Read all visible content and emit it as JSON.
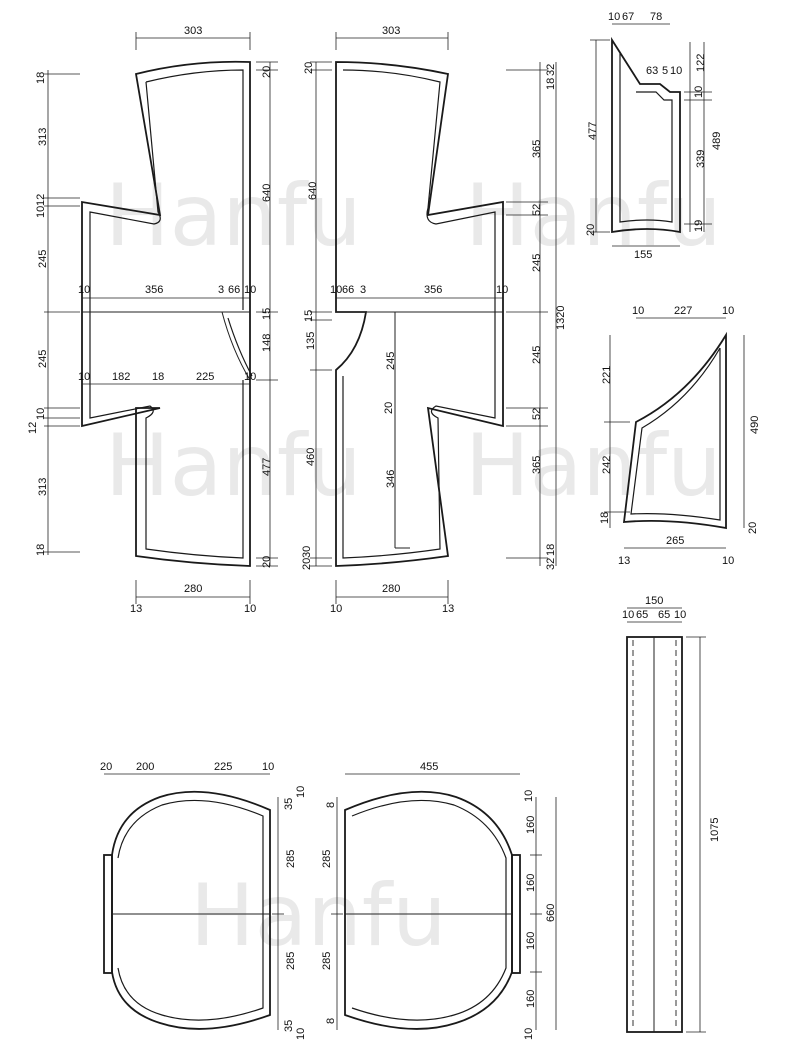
{
  "watermarks": [
    "Hanfu",
    "Hanfu",
    "Hanfu",
    "Hanfu",
    "Hanfu"
  ],
  "left_bodice": {
    "top_width": "303",
    "top_seam": "20",
    "top_margin": "18",
    "upper_sleeve": "313",
    "sleeve_cuff_top": "12",
    "sleeve_cuff_width": "10",
    "upper_body": "245",
    "shoulder_line": "640",
    "row1": {
      "a": "10",
      "b": "356",
      "c": "3",
      "d": "66",
      "e": "10"
    },
    "right_gap": "15",
    "neck_curve": "148",
    "lower_body": "245",
    "row2": {
      "a": "10",
      "b": "182",
      "c": "18",
      "d": "225",
      "e": "10"
    },
    "lower_cuff_a": "12",
    "lower_cuff_b": "10",
    "lower_sleeve": "313",
    "lower_length": "477",
    "bottom_margin": "18",
    "bottom_seam": "20",
    "bottom_width": "280",
    "bottom_left": "13",
    "bottom_right": "10"
  },
  "right_bodice": {
    "top_width": "303",
    "top_seam": "20",
    "top_margin": "32",
    "top_margin_b": "18",
    "shoulder_line": "640",
    "upper_sleeve": "365",
    "sleeve_cuff": "52",
    "upper_body": "245",
    "total_length": "1320",
    "row1": {
      "a": "10",
      "b": "66",
      "c": "3",
      "d": "356",
      "e": "10"
    },
    "left_gap": "15",
    "neck_depth": "135",
    "front_opening": "245",
    "lower_body": "245",
    "lower_cuff": "52",
    "mid_gap": "20",
    "lower_length": "460",
    "front_lower": "346",
    "lower_sleeve": "365",
    "bottom_left_a": "20",
    "bottom_left_b": "30",
    "bottom_margin_a": "32",
    "bottom_margin_b": "18",
    "bottom_width": "280",
    "bottom_left": "10",
    "bottom_right": "13"
  },
  "collar_piece": {
    "top_a": "10",
    "top_b": "67",
    "top_c": "78",
    "notch_a": "63",
    "notch_b": "5",
    "notch_c": "10",
    "left_height": "477",
    "left_bottom": "20",
    "right_top": "122",
    "right_notch": "10",
    "right_mid": "339",
    "right_bottom": "19",
    "right_total": "489",
    "bottom_width": "155"
  },
  "gusset_piece": {
    "top_a": "10",
    "top_b": "227",
    "top_c": "10",
    "left_upper": "221",
    "left_lower": "242",
    "left_bottom": "18",
    "right_height": "490",
    "right_bottom": "20",
    "bottom_width": "265",
    "bottom_left": "13",
    "bottom_right": "10"
  },
  "band_piece": {
    "total_width": "150",
    "parts": [
      "10",
      "65",
      "65",
      "10"
    ],
    "length": "1075"
  },
  "skirt_left": {
    "top_a": "20",
    "top_b": "200",
    "top_c": "225",
    "top_d": "10",
    "right_top_a": "35",
    "right_top_b": "10",
    "upper": "285",
    "lower": "285",
    "right_bottom_a": "35",
    "right_bottom_b": "10"
  },
  "skirt_right": {
    "top_width": "455",
    "left_top": "8",
    "upper": "285",
    "lower": "285",
    "left_bottom": "8",
    "right_top": "10",
    "right_parts": [
      "160",
      "160",
      "160",
      "160"
    ],
    "right_bottom": "10",
    "total": "660"
  }
}
